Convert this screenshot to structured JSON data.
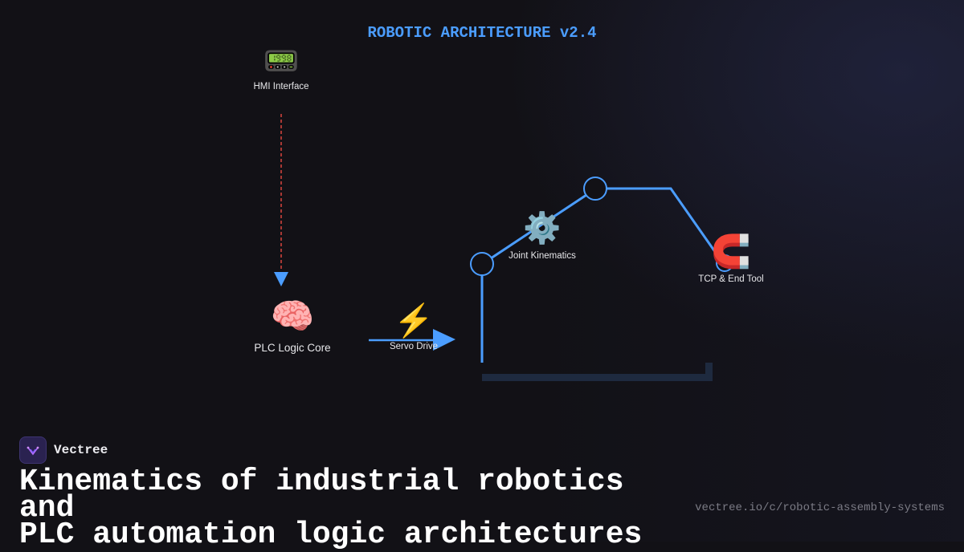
{
  "diagram": {
    "title": "ROBOTIC ARCHITECTURE v2.4",
    "nodes": {
      "hmi": {
        "icon": "pager-icon",
        "glyph": "📟",
        "label": "HMI Interface"
      },
      "plc": {
        "icon": "brain-icon",
        "glyph": "🧠",
        "label": "PLC Logic Core"
      },
      "servo": {
        "icon": "lightning-icon",
        "glyph": "⚡",
        "label": "Servo Drive"
      },
      "kinematics": {
        "icon": "gear-icon",
        "glyph": "⚙️",
        "label": "Joint Kinematics"
      },
      "tcp": {
        "icon": "magnet-icon",
        "glyph": "🧲",
        "label": "TCP & End Tool"
      }
    },
    "colors": {
      "accent": "#4b9dff",
      "signal_dashed": "#d9463f",
      "base": "#1e2a3f"
    }
  },
  "footer": {
    "brand": "Vectree",
    "headline_line1": "Kinematics of industrial robotics and",
    "headline_line2": "PLC automation logic architectures",
    "url": "vectree.io/c/robotic-assembly-systems"
  }
}
